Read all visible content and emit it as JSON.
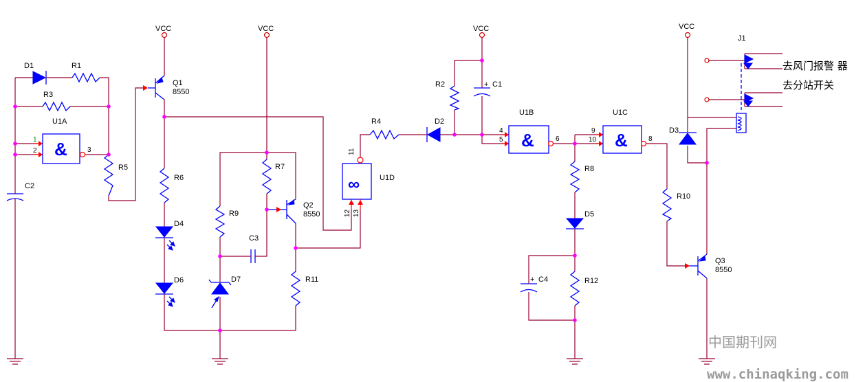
{
  "power": {
    "vcc": "VCC"
  },
  "components": {
    "D1": "D1",
    "R1": "R1",
    "R3": "R3",
    "U1A": "U1A",
    "C2": "C2",
    "R5": "R5",
    "Q1": "Q1",
    "Q1_part": "8550",
    "R6": "R6",
    "D4": "D4",
    "D6": "D6",
    "R7": "R7",
    "R9": "R9",
    "C3": "C3",
    "D7": "D7",
    "Q2": "Q2",
    "Q2_part": "8550",
    "R11": "R11",
    "R4": "R4",
    "U1D": "U1D",
    "D2": "D2",
    "R2": "R2",
    "C1": "C1",
    "U1B": "U1B",
    "U1C": "U1C",
    "R8": "R8",
    "D5": "D5",
    "C4": "C4",
    "R12": "R12",
    "R10": "R10",
    "Q3": "Q3",
    "Q3_part": "8550",
    "D3": "D3",
    "J1": "J1"
  },
  "gates": {
    "and_symbol": "&",
    "schmitt_symbol": "∞"
  },
  "pins": {
    "u1a_in1": "1",
    "u1a_in2": "2",
    "u1a_out": "3",
    "u1b_in1": "4",
    "u1b_in2": "5",
    "u1b_out": "6",
    "u1c_in1": "9",
    "u1c_in2": "10",
    "u1c_out": "8",
    "u1d_out": "11",
    "u1d_in1": "12",
    "u1d_in2": "13"
  },
  "cap_polarity": "+",
  "relay_outputs": {
    "alarm": "去风门报警 器",
    "switch": "去分站开关"
  },
  "watermark": {
    "cn": "中国期刊网",
    "url": "www.chinaqking.com"
  },
  "colors": {
    "wire": "#990033",
    "component": "#0000ff",
    "junction": "#ff00ff",
    "pin_arrow": "#ff0000"
  }
}
